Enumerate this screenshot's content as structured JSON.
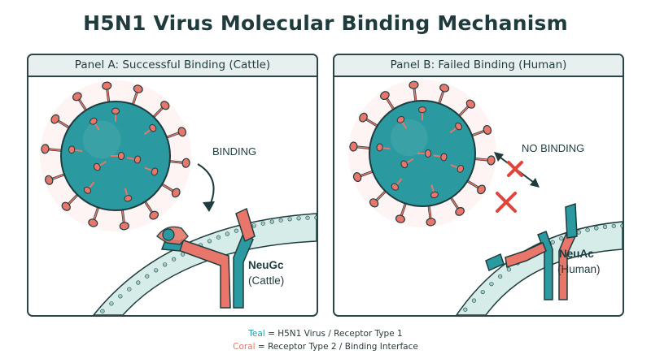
{
  "title": "H5N1 Virus Molecular Binding Mechanism",
  "panels": [
    {
      "header": "Panel A: Successful Binding (Cattle)",
      "action_label": "BINDING",
      "receptor_name": "NeuGc",
      "receptor_host": "(Cattle)"
    },
    {
      "header": "Panel B: Failed Binding (Human)",
      "action_label": "NO BINDING",
      "receptor_name": "NeuAc",
      "receptor_host": "(Human)"
    }
  ],
  "legend": {
    "teal_word": "Teal",
    "teal_rest": " = H5N1 Virus / Receptor Type 1",
    "coral_word": "Coral",
    "coral_rest": " = Receptor Type 2 / Binding Interface"
  },
  "colors": {
    "teal": "#2a9aa0",
    "coral": "#e8766a",
    "outline": "#1f3b3d",
    "membrane": "#d6ece8",
    "fail": "#e0443a"
  }
}
